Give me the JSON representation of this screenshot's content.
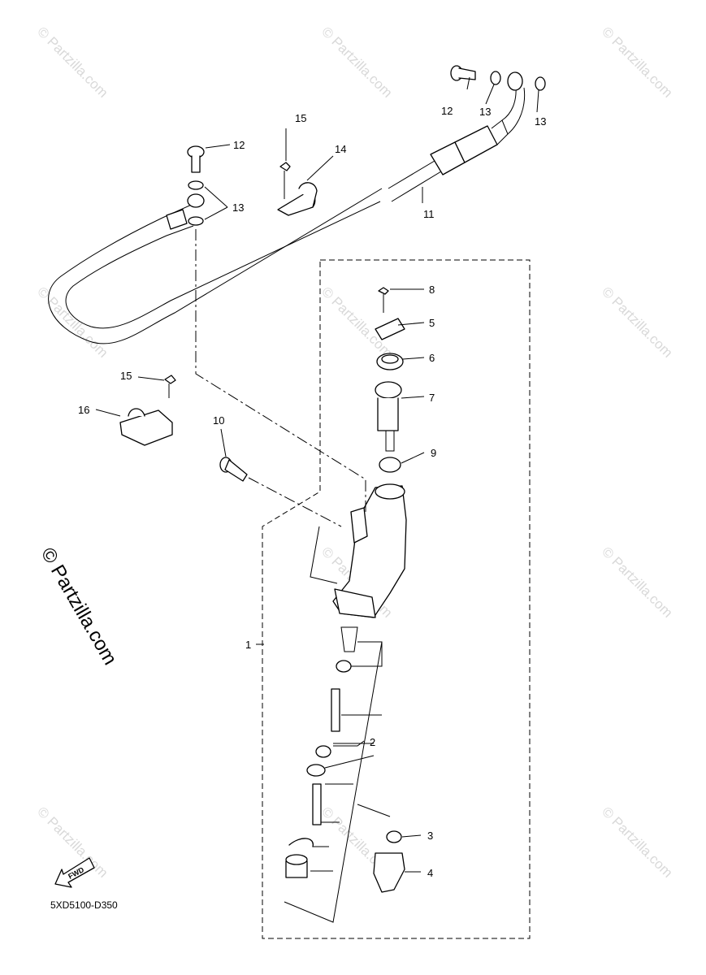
{
  "watermark": "© Partzilla.com",
  "diagram_code": "5XD5100-D350",
  "fwd_label": "FWD",
  "callouts": {
    "c1": "1",
    "c2": "2",
    "c3": "3",
    "c4": "4",
    "c5": "5",
    "c6": "6",
    "c7": "7",
    "c8": "8",
    "c9": "9",
    "c10": "10",
    "c11": "11",
    "c12a": "12",
    "c12b": "12",
    "c13a": "13",
    "c13b": "13",
    "c13c": "13",
    "c14": "14",
    "c15a": "15",
    "c15b": "15",
    "c16": "16"
  }
}
